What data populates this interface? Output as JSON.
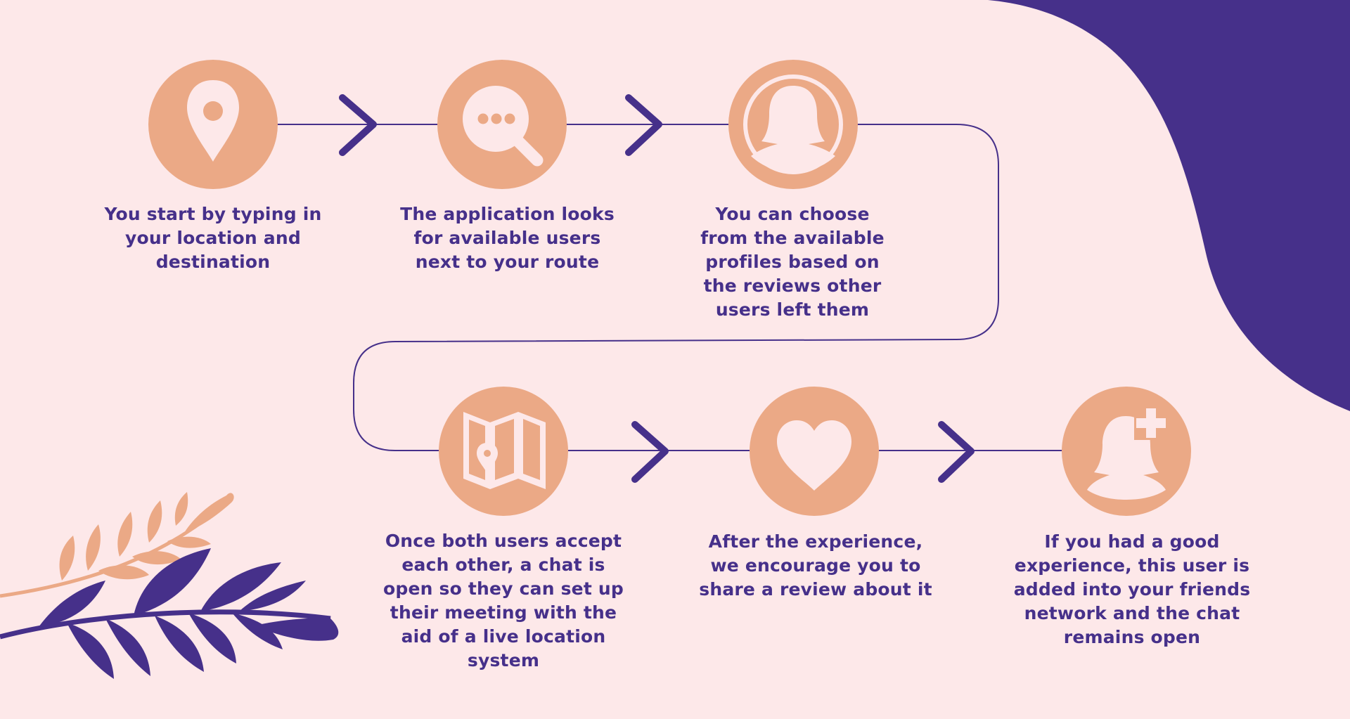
{
  "colors": {
    "background": "#fde8e9",
    "primary_purple": "#46308a",
    "peach": "#eba986",
    "icon_light": "#fde8e9"
  },
  "steps": [
    {
      "icon": "location-pin-icon",
      "text": "You start by typing in your location and destination"
    },
    {
      "icon": "search-magnifier-icon",
      "text": "The application looks for available users next to your route"
    },
    {
      "icon": "profile-avatar-icon",
      "text": "You can choose from the available profiles based on the reviews other users left them"
    },
    {
      "icon": "map-icon",
      "text": "Once both users accept each other, a chat is open so they can set up their meeting with the aid of a live location system"
    },
    {
      "icon": "heart-icon",
      "text": "After the experience, we encourage you to share a review about it"
    },
    {
      "icon": "add-friend-icon",
      "text": "If you had a good experience, this user is added into your friends network and the chat remains open"
    }
  ]
}
